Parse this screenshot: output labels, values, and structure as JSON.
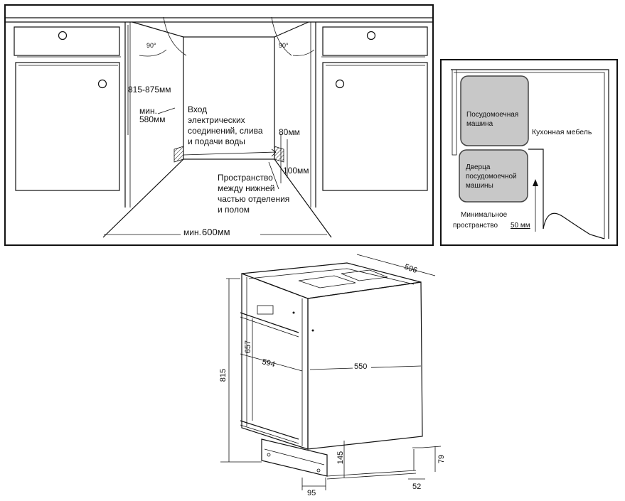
{
  "install_panel": {
    "angle_left": "90°",
    "angle_right": "90°",
    "height_range": "815-875мм",
    "min_depth_label": "мин.",
    "min_depth_value": "580мм",
    "connections_note": [
      "Вход",
      "электрических",
      "соединений, слива",
      "и подачи воды"
    ],
    "top_gap": "80мм",
    "bottom_gap": "100мм",
    "floor_space_note": [
      "Пространство",
      "между нижней",
      "частью отделения",
      "и полом"
    ],
    "min_width_label": "мин.",
    "min_width_value": "600мм"
  },
  "door_panel": {
    "dishwasher": [
      "Посудомоечная",
      "машина"
    ],
    "door": [
      "Дверца",
      "посудомоечной",
      "машины"
    ],
    "furniture": "Кухонная мебель",
    "min_space_label": [
      "Минимальное",
      "пространство"
    ],
    "min_space_value": "50 мм"
  },
  "dimensions": {
    "depth_top": "596",
    "height": "815",
    "door_height": "657",
    "width": "594",
    "depth": "550",
    "leg_height": "145",
    "leg_width": "95",
    "bracket_height": "79",
    "bracket_width": "52"
  }
}
